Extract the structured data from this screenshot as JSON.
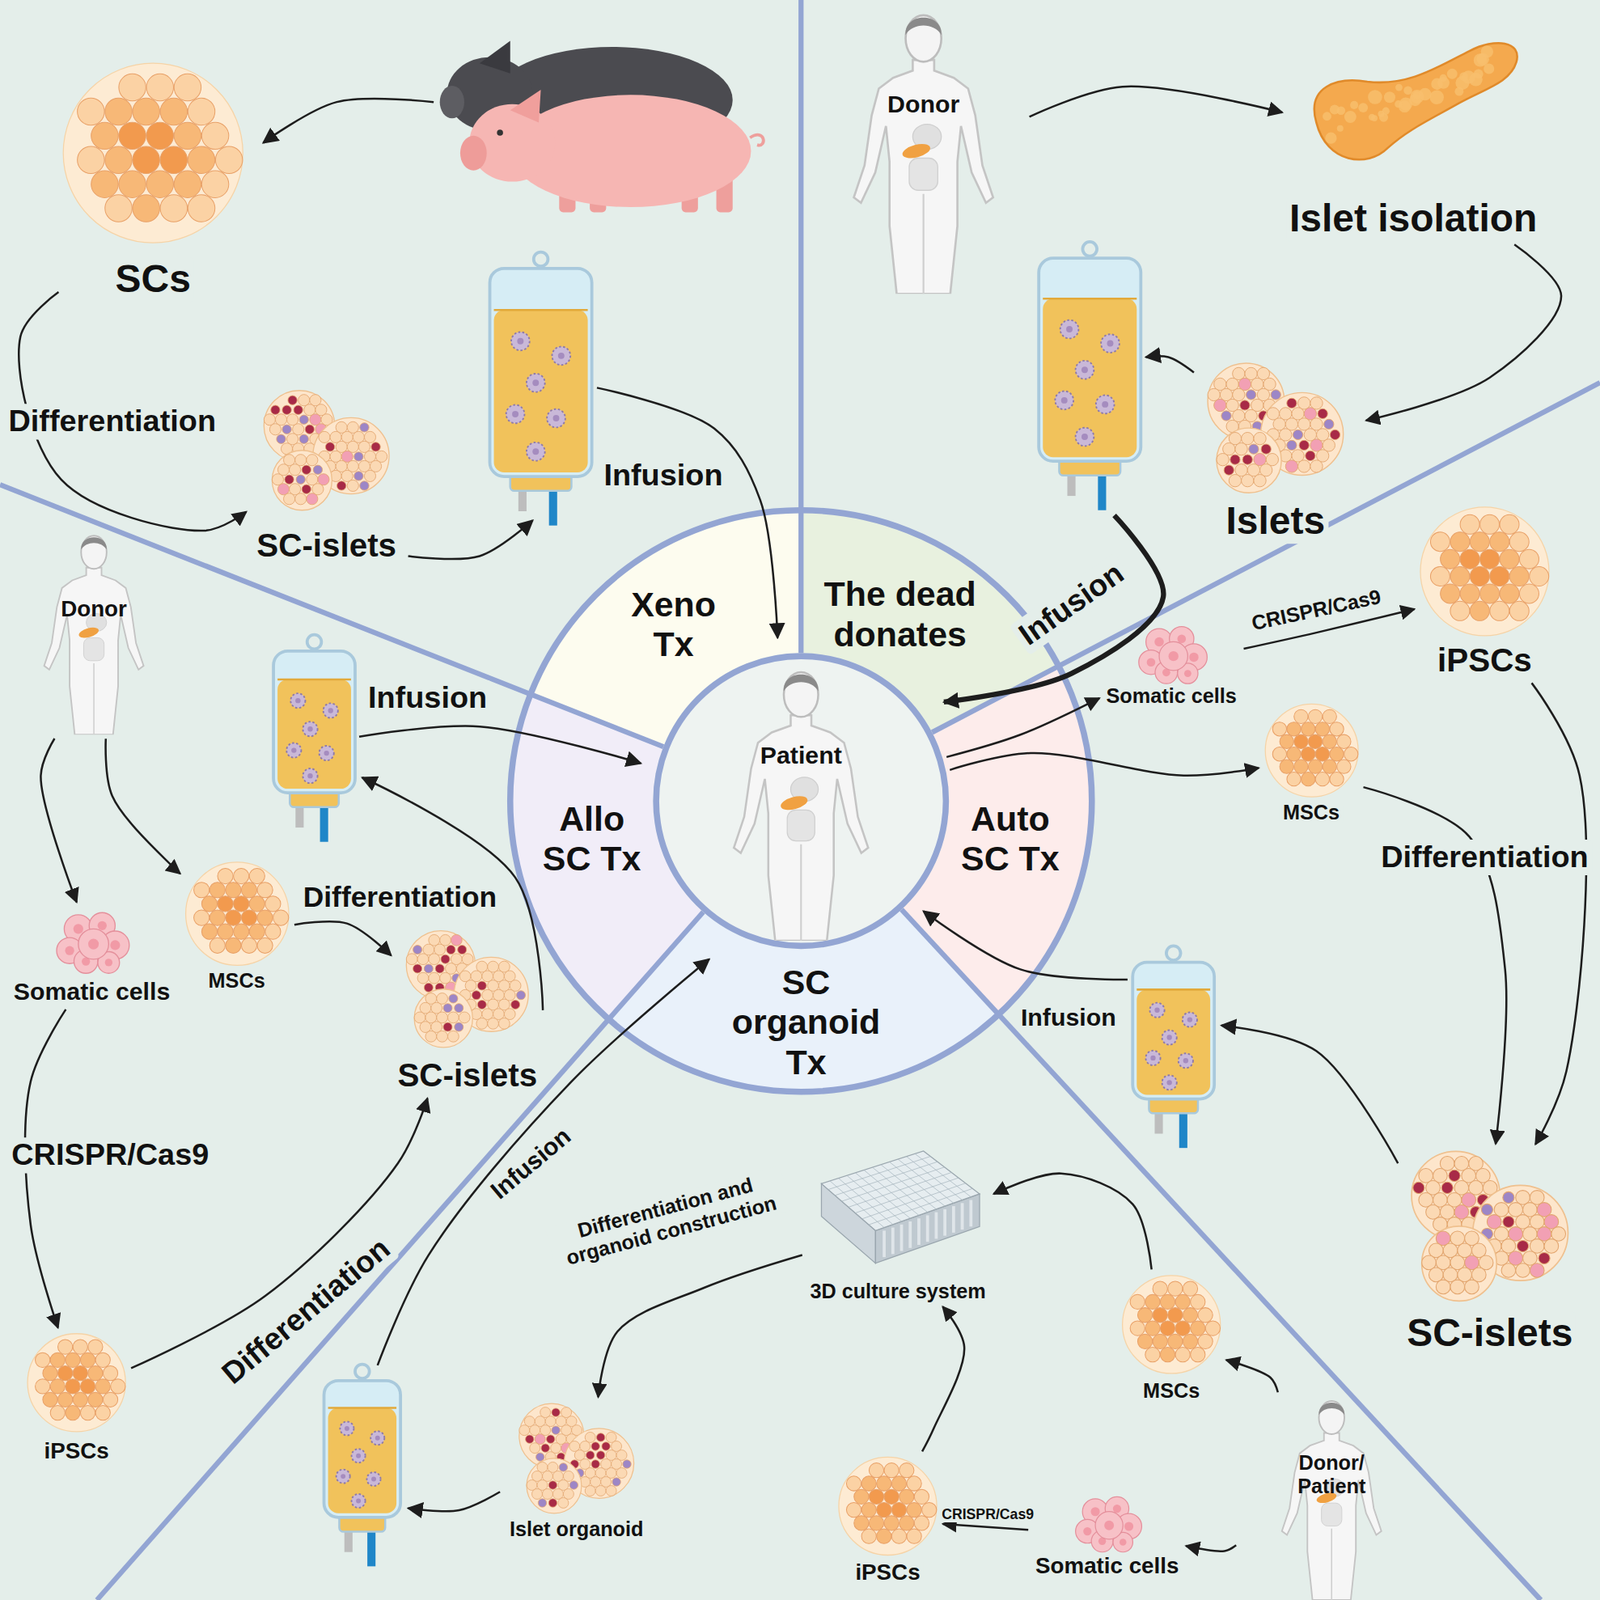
{
  "diagram": {
    "nodes": [
      {
        "text": [
          "SCs"
        ]
      },
      {
        "text": [
          "SC-islets"
        ]
      },
      {
        "text": [
          "Donor"
        ]
      },
      {
        "text": [
          "Islet isolation"
        ]
      },
      {
        "text": [
          "Islets"
        ]
      },
      {
        "text": [
          "Xeno Tx"
        ]
      },
      {
        "text": [
          "The dead donates"
        ]
      },
      {
        "text": [
          "Somatic cells"
        ]
      },
      {
        "text": [
          "iPSCs"
        ]
      },
      {
        "text": [
          "MSCs"
        ]
      },
      {
        "text": [
          "Allo SC Tx"
        ]
      },
      {
        "text": [
          "Auto SC Tx"
        ]
      },
      {
        "text": [
          "Patient"
        ]
      },
      {
        "text": [
          "SC organoid Tx"
        ]
      },
      {
        "text": [
          "Donor"
        ]
      },
      {
        "text": [
          "Somatic cells"
        ]
      },
      {
        "text": [
          "MSCs"
        ]
      },
      {
        "text": [
          "SC-islets"
        ]
      },
      {
        "text": [
          "iPSCs"
        ]
      },
      {
        "text": [
          "SC-islets"
        ]
      },
      {
        "text": [
          "3D culture system"
        ]
      },
      {
        "text": [
          "Islet organoid"
        ]
      },
      {
        "text": [
          "MSCs"
        ]
      },
      {
        "text": [
          "Donor/ Patient"
        ]
      },
      {
        "text": [
          "Somatic cells"
        ]
      },
      {
        "text": [
          "iPSCs"
        ]
      }
    ],
    "edges": [
      {
        "from": 0,
        "to": 1,
        "label": "Differentiation",
        "arrow": "to"
      },
      {
        "from": 2,
        "to": 3,
        "arrow": "to"
      },
      {
        "from": 3,
        "to": 4,
        "arrow": "to"
      },
      {
        "from": 12,
        "to": 7,
        "arrow": "to"
      },
      {
        "from": 12,
        "to": 9,
        "arrow": "to"
      },
      {
        "from": 7,
        "to": 8,
        "label": "CRISPR/Cas9",
        "arrow": "to"
      },
      {
        "from": 8,
        "to": 19,
        "arrow": "to"
      },
      {
        "from": 9,
        "to": 19,
        "label": "Differentiation",
        "arrow": "to"
      },
      {
        "from": 14,
        "to": 15,
        "arrow": "to"
      },
      {
        "from": 14,
        "to": 16,
        "arrow": "to"
      },
      {
        "from": 16,
        "to": 17,
        "label": "Differentiation",
        "arrow": "to"
      },
      {
        "from": 15,
        "to": 18,
        "label": "CRISPR/Cas9",
        "arrow": "to"
      },
      {
        "from": 18,
        "to": 17,
        "label": "Differentiation",
        "arrow": "to"
      },
      {
        "from": 23,
        "to": 24,
        "arrow": "to"
      },
      {
        "from": 24,
        "to": 25,
        "label": "CRISPR/Cas9",
        "arrow": "to"
      },
      {
        "from": 23,
        "to": 22,
        "arrow": "to"
      },
      {
        "from": 22,
        "to": 20,
        "arrow": "to"
      },
      {
        "from": 25,
        "to": 20,
        "arrow": "to"
      },
      {
        "from": 20,
        "to": 21,
        "label": "Differentiation and organoid construction",
        "arrow": "to"
      }
    ],
    "labels": [
      "Infusion",
      "Infusion",
      "Infusion",
      "Infusion",
      "Infusion"
    ]
  }
}
